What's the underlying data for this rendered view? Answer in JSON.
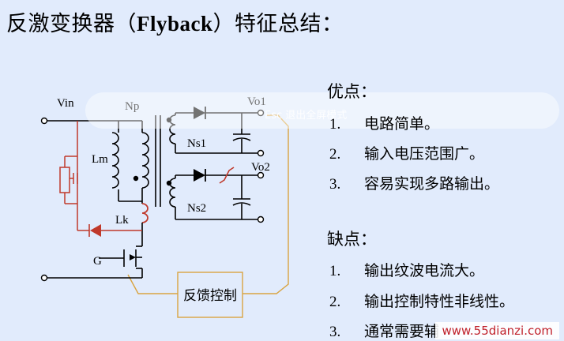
{
  "title_prefix": "反激变换器（",
  "title_en": "Flyback",
  "title_suffix": "）特征总结：",
  "overlay_text": "Esc 退出全屏模式",
  "circuit": {
    "vin": "Vin",
    "np": "Np",
    "lm": "Lm",
    "lk": "Lk",
    "g": "G",
    "ns1": "Ns1",
    "ns2": "Ns2",
    "vo1": "Vo1",
    "vo2": "Vo2",
    "feedback": "反馈控制"
  },
  "pros": {
    "heading": "优点：",
    "items": [
      {
        "num": "1.",
        "text": "电路简单。"
      },
      {
        "num": "2.",
        "text": "输入电压范围广。"
      },
      {
        "num": "3.",
        "text": "容易实现多路输出。"
      }
    ]
  },
  "cons": {
    "heading": "缺点：",
    "items": [
      {
        "num": "1.",
        "text": "输出纹波电流大。"
      },
      {
        "num": "2.",
        "text": "输出控制特性非线性。"
      },
      {
        "num": "3.",
        "text": "通常需要辅"
      }
    ]
  },
  "watermark": "www.55dianzi.com",
  "colors": {
    "background": "#e1ebfc",
    "snubber": "#c0392b",
    "feedback_line": "#d9a441",
    "wire": "#000000"
  }
}
